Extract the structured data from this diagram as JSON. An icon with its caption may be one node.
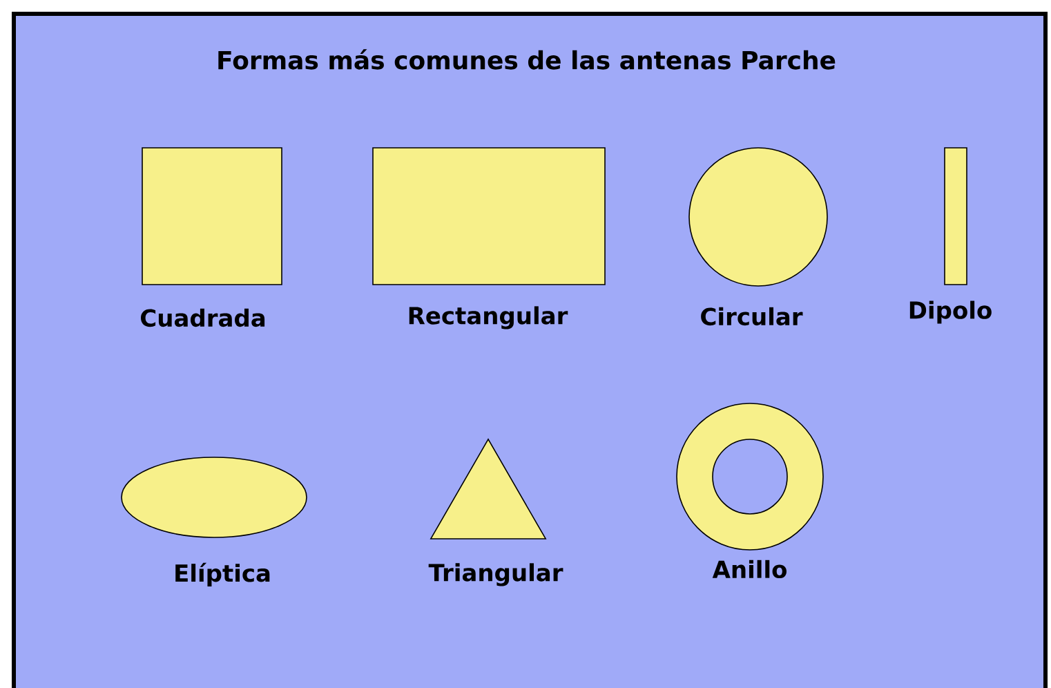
{
  "diagram": {
    "title": "Formas más comunes de las antenas Parche",
    "nodes": [
      {
        "text": [],
        "shape": "box",
        "beside": [
          "Cuadrada"
        ]
      },
      {
        "text": [],
        "shape": "box",
        "beside": [
          "Rectangular"
        ]
      },
      {
        "text": [],
        "shape": "circle",
        "beside": [
          "Circular"
        ]
      },
      {
        "text": [],
        "shape": "bar",
        "beside": [
          "Dipolo"
        ]
      },
      {
        "text": [],
        "shape": "ellipse",
        "beside": [
          "Elíptica"
        ]
      },
      {
        "text": [],
        "shape": "triangle",
        "beside": [
          "Triangular"
        ]
      },
      {
        "text": [],
        "shape": "ring",
        "beside": [
          "Anillo"
        ]
      }
    ]
  }
}
